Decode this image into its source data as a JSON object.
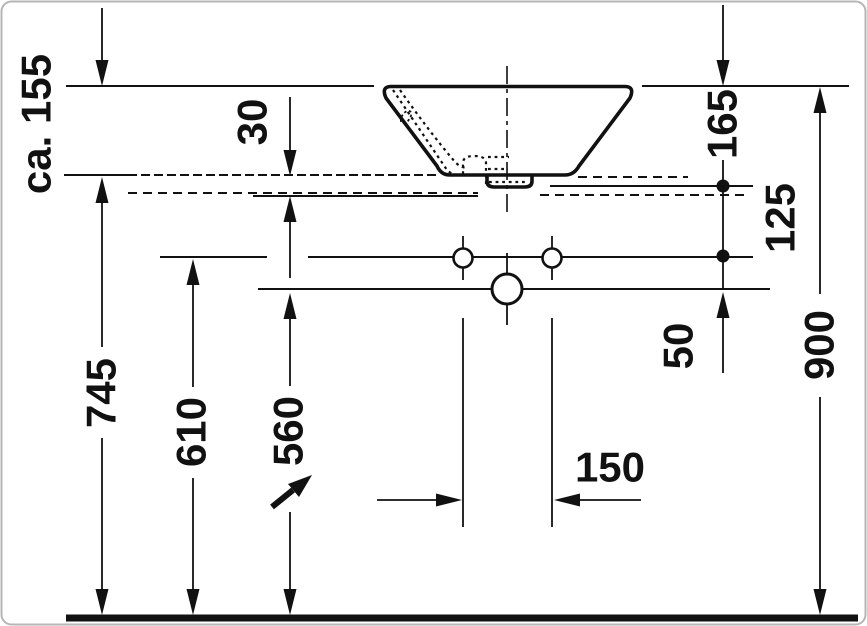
{
  "dims": {
    "ca155": "ca. 155",
    "d30": "30",
    "d165": "165",
    "d125": "125",
    "d745": "745",
    "d610": "610",
    "d560": "560",
    "d50": "50",
    "d900": "900",
    "d150": "150"
  },
  "icons": {
    "outlet_direction_arrow": "northeast-arrow"
  },
  "colors": {
    "line": "#111111",
    "background": "#ffffff",
    "frame": "#b6b6b6"
  }
}
